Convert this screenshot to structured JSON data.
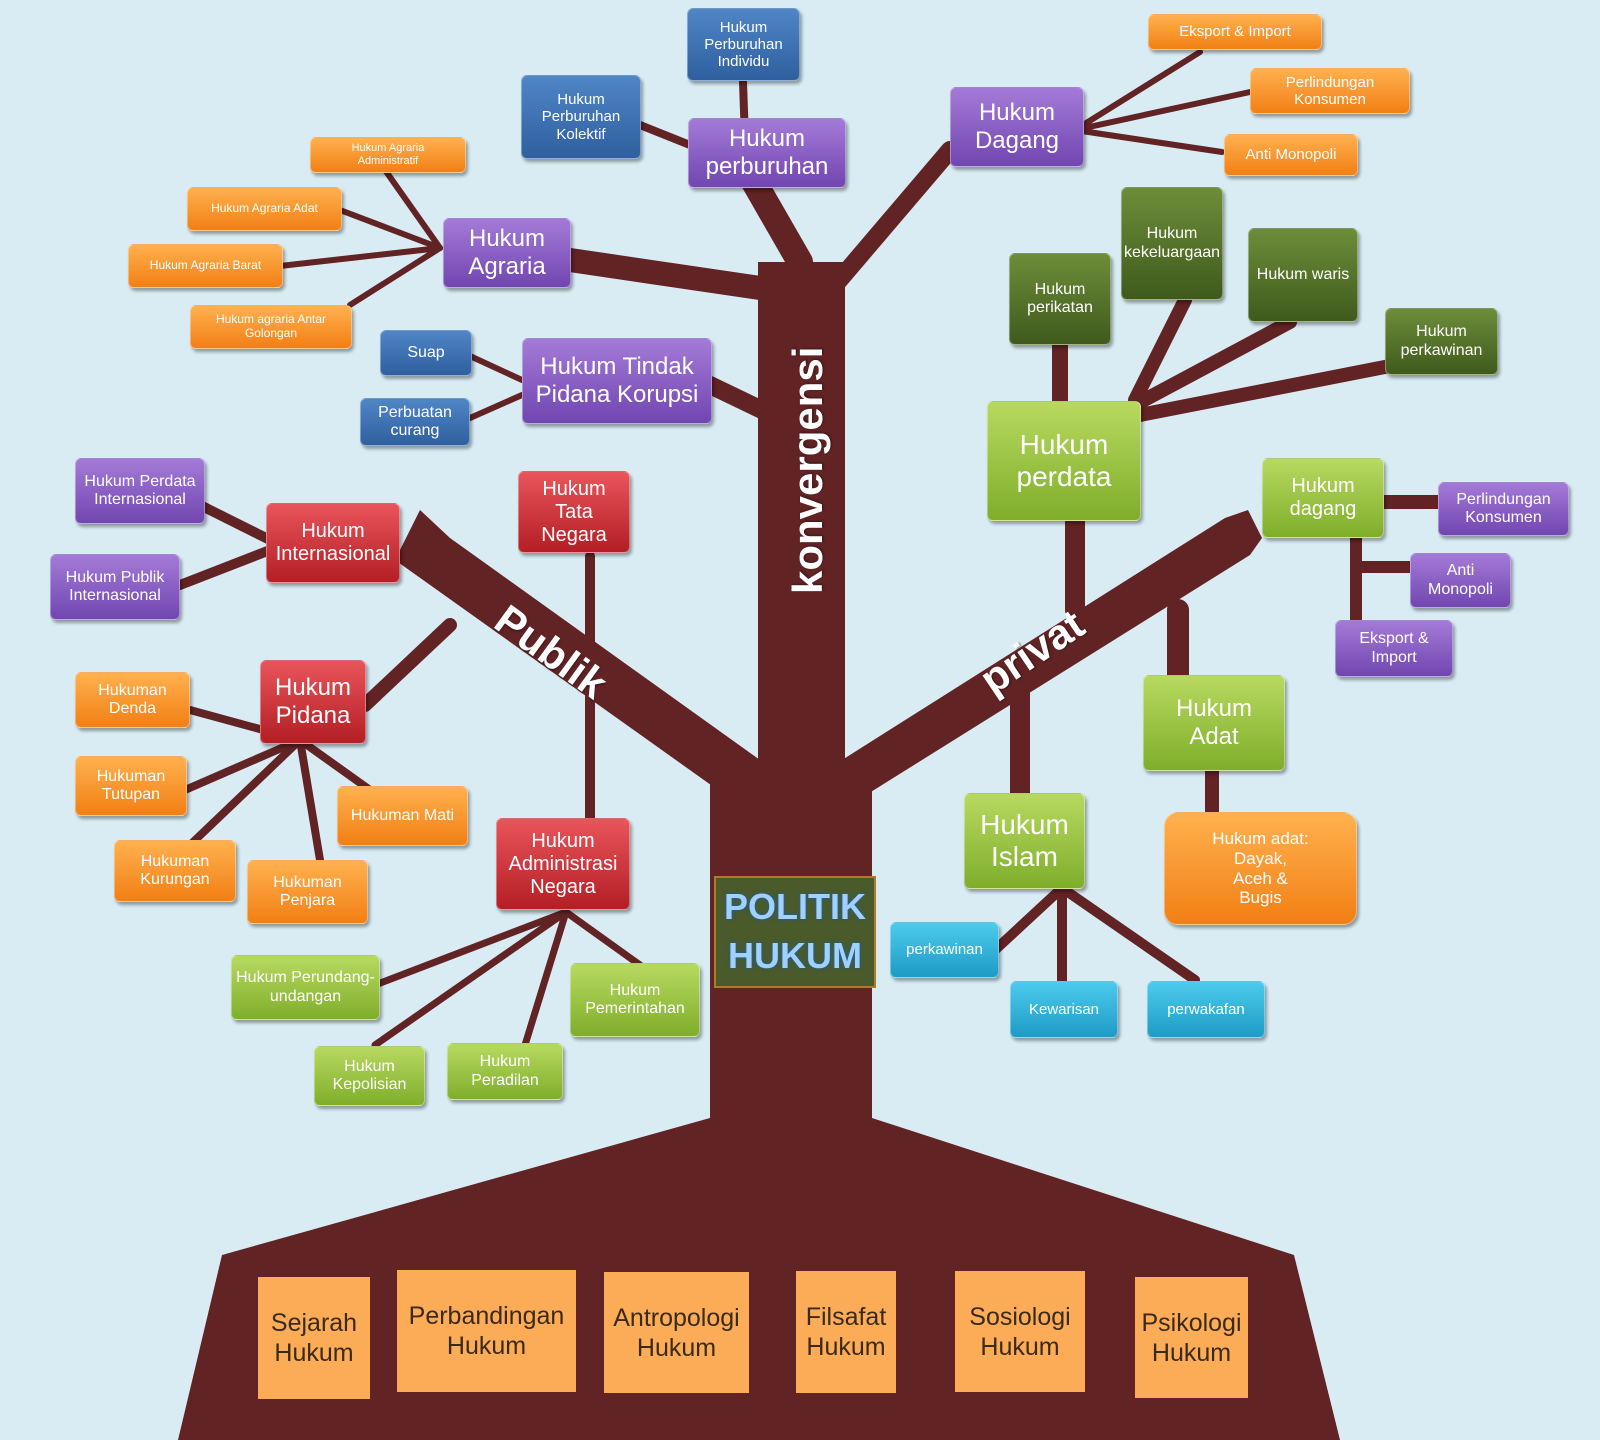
{
  "center_label": "POLITIK\nHUKUM",
  "branch_labels": {
    "konvergensi": "konvergensi",
    "publik": "Publik",
    "privat": "privat"
  },
  "roots": [
    "Sejarah\nHukum",
    "Perbandingan\nHukum",
    "Antropologi\nHukum",
    "Filsafat\nHukum",
    "Sosiologi\nHukum",
    "Psikologi\nHukum"
  ],
  "konvergensi": {
    "perburuhan": {
      "label": "Hukum\nperburuhan",
      "individu": "Hukum\nPerburuhan\nIndividu",
      "kolektif": "Hukum\nPerburuhan\nKolektif"
    },
    "dagang": {
      "label": "Hukum\nDagang",
      "items": [
        "Eksport & Import",
        "Perlindungan\nKonsumen",
        "Anti Monopoli"
      ]
    },
    "agraria": {
      "label": "Hukum\nAgraria",
      "items": [
        "Hukum Agraria\nAdministratif",
        "Hukum Agraria Adat",
        "Hukum Agraria Barat",
        "Hukum agraria Antar\nGolongan"
      ]
    },
    "korupsi": {
      "label": "Hukum Tindak\nPidana Korupsi",
      "items": [
        "Suap",
        "Perbuatan\ncurang"
      ]
    }
  },
  "publik": {
    "internasional": {
      "label": "Hukum\nInternasional",
      "items": [
        "Hukum Perdata\nInternasional",
        "Hukum Publik\nInternasional"
      ]
    },
    "tata_negara": {
      "label": "Hukum\nTata\nNegara"
    },
    "pidana": {
      "label": "Hukum\nPidana",
      "items": [
        "Hukuman\nDenda",
        "Hukuman\nTutupan",
        "Hukuman Mati",
        "Hukuman\nKurungan",
        "Hukuman\nPenjara"
      ]
    },
    "administrasi": {
      "label": "Hukum\nAdministrasi\nNegara",
      "items": [
        "Hukum Perundang-\nundangan",
        "Hukum\nPemerintahan",
        "Hukum\nKepolisian",
        "Hukum\nPeradilan"
      ]
    }
  },
  "privat": {
    "perdata": {
      "label": "Hukum\nperdata",
      "items": [
        "Hukum\nperikatan",
        "Hukum\nkekeluargaan",
        "Hukum waris",
        "Hukum\nperkawinan"
      ]
    },
    "dagang": {
      "label": "Hukum\ndagang",
      "items": [
        "Perlindungan\nKonsumen",
        "Anti\nMonopoli",
        "Eksport &\nImport"
      ]
    },
    "adat": {
      "label": "Hukum\nAdat",
      "detail": "Hukum adat:\nDayak,\nAceh &\nBugis"
    },
    "islam": {
      "label": "Hukum\nIslam",
      "items": [
        "perkawinan",
        "Kewarisan",
        "perwakafan"
      ]
    }
  },
  "colors": {
    "trunk": "#622325",
    "background": "#d9ecf4"
  }
}
